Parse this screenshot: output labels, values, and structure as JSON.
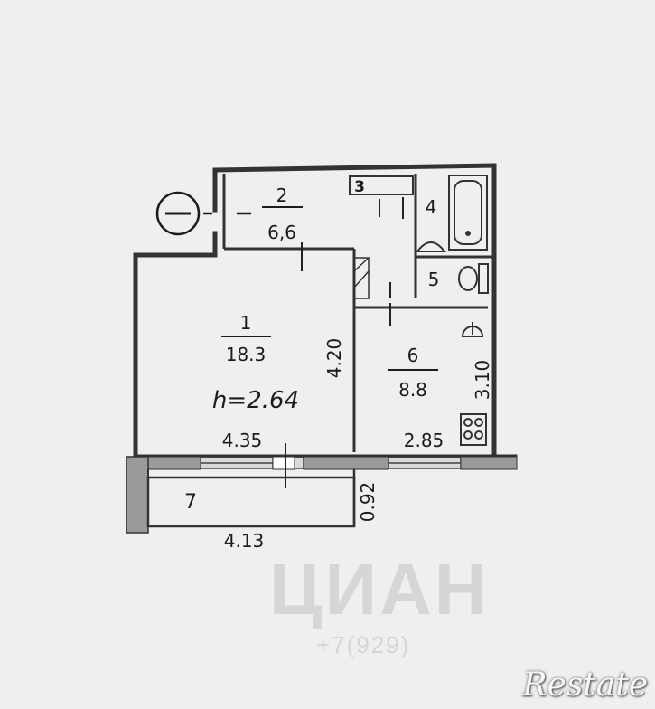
{
  "rooms": [
    {
      "id": "1",
      "area": "18.3",
      "height": "h=2.64",
      "width": "4.35",
      "depth": "4.20"
    },
    {
      "id": "2",
      "area": "6,6"
    },
    {
      "id": "3"
    },
    {
      "id": "4"
    },
    {
      "id": "5"
    },
    {
      "id": "6",
      "area": "8.8",
      "width": "2.85",
      "depth": "3.10"
    },
    {
      "id": "7",
      "width": "4.13",
      "depth": "0.92"
    }
  ],
  "watermark": {
    "brand": "ЦИАН",
    "phone": "+7(929)"
  },
  "logo": "Restate",
  "colors": {
    "wall": "#333333",
    "line": "#1c1c1c",
    "background": "#efefed",
    "window": "#9a9a9a"
  },
  "icons": [
    "entrance-marker-icon",
    "bathtub-icon",
    "sink-icon",
    "toilet-icon",
    "stove-icon",
    "gas-meter-icon"
  ]
}
